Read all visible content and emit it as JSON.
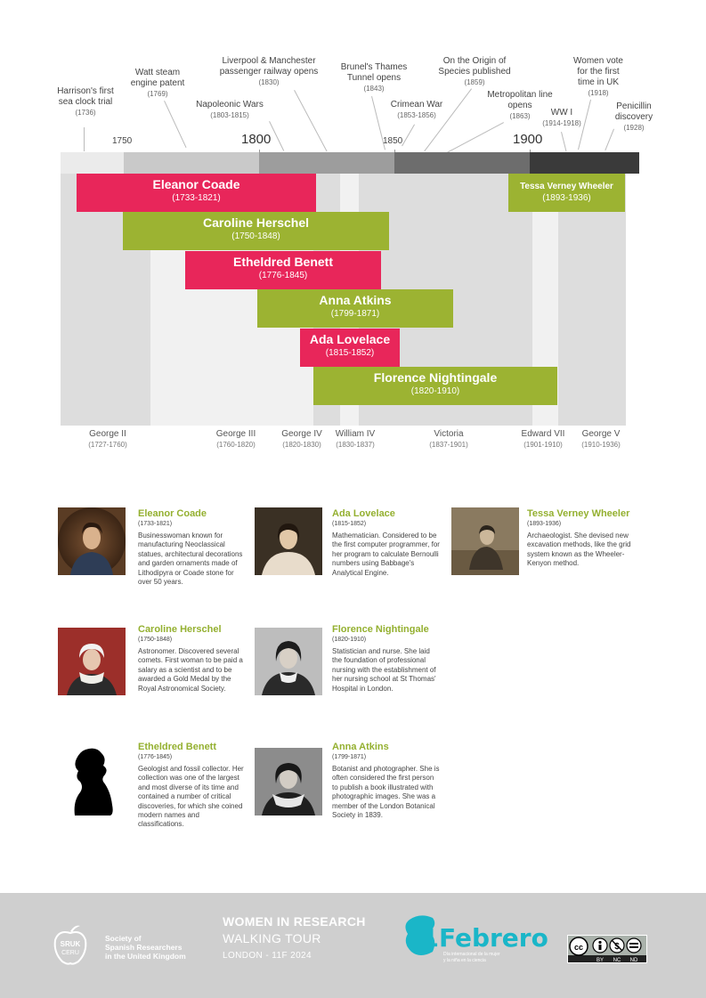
{
  "timeline": {
    "events": [
      {
        "label": "Harrison's first sea clock trial",
        "line1": "Harrison's first",
        "line2": "sea clock trial",
        "date": "(1736)"
      },
      {
        "label": "Watt steam engine patent",
        "line1": "Watt steam",
        "line2": "engine patent",
        "date": "(1769)"
      },
      {
        "label": "Napoleonic Wars",
        "line1": "Napoleonic Wars",
        "line2": "",
        "date": "(1803-1815)"
      },
      {
        "label": "Liverpool & Manchester passenger railway opens",
        "line1": "Liverpool & Manchester",
        "line2": "passenger railway opens",
        "date": "(1830)"
      },
      {
        "label": "Brunel's Thames Tunnel opens",
        "line1": "Brunel's Thames",
        "line2": "Tunnel opens",
        "date": "(1843)"
      },
      {
        "label": "Crimean War",
        "line1": "Crimean War",
        "line2": "",
        "date": "(1853-1856)"
      },
      {
        "label": "On the Origin of Species published",
        "line1": "On the Origin of",
        "line2": "Species published",
        "date": "(1859)"
      },
      {
        "label": "Metropolitan line opens",
        "line1": "Metropolitan line",
        "line2": "opens",
        "date": "(1863)"
      },
      {
        "label": "WW I",
        "line1": "WW I",
        "line2": "",
        "date": "(1914-1918)"
      },
      {
        "label": "Women vote for the first time in UK",
        "line1": "Women vote",
        "line2": "for the first",
        "line3": "time in UK",
        "date": "(1918)"
      },
      {
        "label": "Penicillin discovery",
        "line1": "Penicillin",
        "line2": "discovery",
        "date": "(1928)"
      }
    ],
    "years": [
      "1750",
      "1800",
      "1850",
      "1900"
    ],
    "scientists": [
      {
        "name": "Eleanor Coade",
        "years": "(1733-1821)",
        "start": 1733,
        "end": 1821,
        "color": "red"
      },
      {
        "name": "Caroline Herschel",
        "years": "(1750-1848)",
        "start": 1750,
        "end": 1848,
        "color": "green"
      },
      {
        "name": "Etheldred Benett",
        "years": "(1776-1845)",
        "start": 1776,
        "end": 1845,
        "color": "red"
      },
      {
        "name": "Anna Atkins",
        "years": "(1799-1871)",
        "start": 1799,
        "end": 1871,
        "color": "green"
      },
      {
        "name": "Ada Lovelace",
        "years": "(1815-1852)",
        "start": 1815,
        "end": 1852,
        "color": "red"
      },
      {
        "name": "Florence Nightingale",
        "years": "(1820-1910)",
        "start": 1820,
        "end": 1910,
        "color": "green"
      },
      {
        "name": "Tessa Verney Wheeler",
        "years": "(1893-1936)",
        "start": 1893,
        "end": 1936,
        "color": "green"
      }
    ],
    "monarchs": [
      {
        "name": "George II",
        "years": "(1727-1760)",
        "start": 1727,
        "end": 1760
      },
      {
        "name": "George III",
        "years": "(1760-1820)",
        "start": 1760,
        "end": 1820
      },
      {
        "name": "George IV",
        "years": "(1820-1830)",
        "start": 1820,
        "end": 1830
      },
      {
        "name": "William IV",
        "years": "(1830-1837)",
        "start": 1830,
        "end": 1837
      },
      {
        "name": "Victoria",
        "years": "(1837-1901)",
        "start": 1837,
        "end": 1901
      },
      {
        "name": "Edward VII",
        "years": "(1901-1910)",
        "start": 1901,
        "end": 1910
      },
      {
        "name": "George V",
        "years": "(1910-1936)",
        "start": 1910,
        "end": 1936
      }
    ]
  },
  "bios": [
    {
      "name": "Eleanor Coade",
      "years": "(1733-1821)",
      "text": "Businesswoman known for manufacturing Neoclassical statues, architectural decorations and garden ornaments made of Lithodipyra or Coade stone for over 50 years."
    },
    {
      "name": "Ada Lovelace",
      "years": "(1815-1852)",
      "text": "Mathematician. Considered to be the first computer programmer, for her program to calculate Bernoulli numbers using Babbage's Analytical Engine."
    },
    {
      "name": "Tessa Verney Wheeler",
      "years": "(1893-1936)",
      "text": "Archaeologist. She devised new excavation methods, like the grid system known as the Wheeler-Kenyon method."
    },
    {
      "name": "Caroline Herschel",
      "years": "(1750-1848)",
      "text": "Astronomer. Discovered several comets. First woman to be paid a salary as a scientist and to be awarded a Gold Medal by the Royal Astronomical Society."
    },
    {
      "name": "Florence Nightingale",
      "years": "(1820-1910)",
      "text": "Statistician and nurse. She laid the foundation of professional nursing with the establishment of her nursing school at St Thomas' Hospital in London."
    },
    {
      "name": "Etheldred Benett",
      "years": "(1776-1845)",
      "text": "Geologist and fossil collector. Her collection was one of the largest and most diverse of its time and contained a number of critical discoveries, for which she coined modern names and classifications."
    },
    {
      "name": "Anna Atkins",
      "years": "(1799-1871)",
      "text": "Botanist and photographer. She is often considered the first person to publish a book illustrated with photographic images. She was a member of the London Botanical Society in 1839."
    }
  ],
  "footer": {
    "title": "WOMEN IN RESEARCH",
    "subtitle": "WALKING TOUR",
    "place": "LONDON - 11F 2024",
    "sruk_line1": "Society of",
    "sruk_line2": "Spanish Researchers",
    "sruk_line3": "in the United Kingdom",
    "sruk_logo_top": "SRUK",
    "sruk_logo_bottom": "CERU",
    "febrero_logo": "11Febrero",
    "febrero_tag1": "Día internacional de la mujer",
    "febrero_tag2": "y la niña en la ciencia",
    "cc_labels": [
      "BY",
      "NC",
      "ND"
    ]
  },
  "colors": {
    "red": "#e8265a",
    "green": "#9cb332",
    "bio_name": "#94b030"
  }
}
